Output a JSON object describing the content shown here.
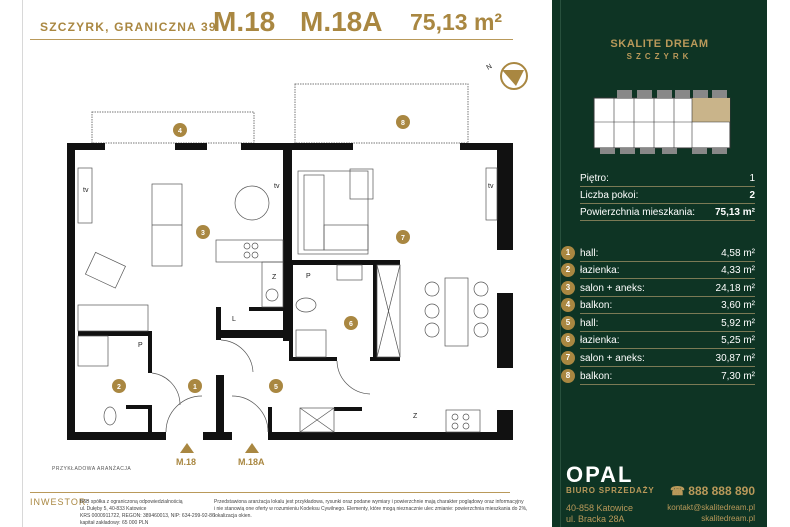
{
  "header": {
    "address": "SZCZYRK, GRANICZNA 39",
    "unit1": "M.18",
    "unit2": "M.18A",
    "area": "75,13 m²"
  },
  "plan": {
    "rooms": [
      {
        "n": "4"
      },
      {
        "n": "8"
      },
      {
        "n": "3"
      },
      {
        "n": "7"
      },
      {
        "n": "6"
      },
      {
        "n": "2"
      },
      {
        "n": "1"
      },
      {
        "n": "5"
      }
    ],
    "labels": {
      "tv": "tv",
      "z": "Z",
      "p": "P",
      "l": "L"
    },
    "caption": "PRZYKŁADOWA ARANŻACJA",
    "entrances": [
      "M.18",
      "M.18A"
    ]
  },
  "panel": {
    "brand": "SKALITE DREAM",
    "brand_sub": "SZCZYRK",
    "info": [
      {
        "label": "Piętro:",
        "value": "1"
      },
      {
        "label": "Liczba pokoi:",
        "value": "2"
      },
      {
        "label": "Powierzchnia mieszkania:",
        "value": "75,13 m²"
      }
    ],
    "areas": [
      {
        "n": "1",
        "label": "hall:",
        "value": "4,58 m²"
      },
      {
        "n": "2",
        "label": "łazienka:",
        "value": "4,33 m²"
      },
      {
        "n": "3",
        "label": "salon + aneks:",
        "value": "24,18 m²"
      },
      {
        "n": "4",
        "label": "balkon:",
        "value": "3,60 m²"
      },
      {
        "n": "5",
        "label": "hall:",
        "value": "5,92 m²"
      },
      {
        "n": "6",
        "label": "łazienka:",
        "value": "5,25 m²"
      },
      {
        "n": "7",
        "label": "salon + aneks:",
        "value": "30,87 m²"
      },
      {
        "n": "8",
        "label": "balkon:",
        "value": "7,30 m²"
      }
    ],
    "logo": "OPAL",
    "office": "BIURO SPRZEDAŻY",
    "city": "40-858 Katowice",
    "street": "ul. Bracka 28A",
    "phone": "888 888 890",
    "email": "kontakt@skalitedream.pl",
    "web": "skalitedream.pl"
  },
  "footer": {
    "investor_label": "INWESTOR:",
    "investor_lines": [
      "B6B spółka z ograniczoną odpowiedzialnością",
      "ul. Dułęby 5, 40-833 Katowice",
      "KRS 0000911722, REGON: 389460013, NIP: 634-299-92-86",
      "kapitał zakładowy: 65 000 PLN"
    ],
    "disclaimer": [
      "Przedstawiona aranżacja lokalu jest przykładowa, rysunki oraz podane wymiary i powierzchnie mają charakter poglądowy oraz informacyjny",
      "i nie stanowią one oferty w rozumieniu Kodeksu Cywilnego. Elementy, które mogą nieznacznie ulec zmianie: powierzchnia mieszkania do 2%,",
      "lokalizacja okien."
    ]
  }
}
